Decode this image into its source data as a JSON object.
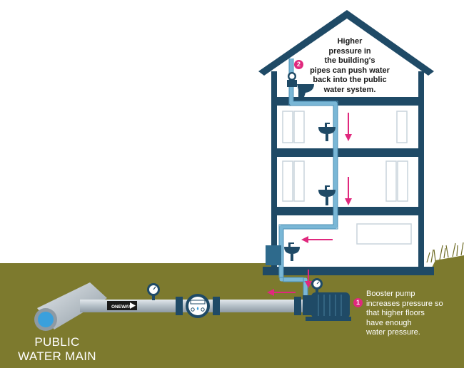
{
  "labels": {
    "public_main": [
      "PUBLIC",
      "WATER MAIN"
    ],
    "one_way": "ONEWAY",
    "callout_1": {
      "number": "1",
      "lines": [
        "Booster pump",
        "increases pressure so",
        "that higher floors",
        "have enough",
        "water pressure."
      ]
    },
    "callout_2": {
      "number": "2",
      "lines": [
        "Higher",
        "pressure in",
        "the building's",
        "pipes can push water",
        "back into the public",
        "water system."
      ]
    }
  },
  "colors": {
    "house": "#1f4a66",
    "ground": "#7d7a2e",
    "pipe": "#b9c4cc",
    "water_pipe": "#7ab7d6",
    "arrow": "#e0287d",
    "badge": "#e0287d"
  }
}
